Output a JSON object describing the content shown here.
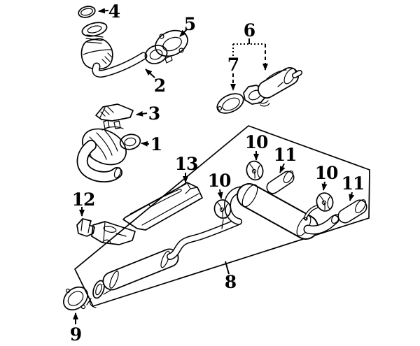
{
  "diagram": {
    "type": "parts-diagram",
    "subject": "exhaust-system-exploded-parts-diagram",
    "background_color": "#ffffff",
    "line_color": "#000000",
    "callouts": [
      {
        "id": "c4",
        "label": "4",
        "depicts": "seal-ring"
      },
      {
        "id": "c2",
        "label": "2",
        "depicts": "front-exhaust-pipe-with-converter"
      },
      {
        "id": "c5",
        "label": "5",
        "depicts": "flange-gasket"
      },
      {
        "id": "c6",
        "label": "6",
        "depicts": "catalytic-converter"
      },
      {
        "id": "c7",
        "label": "7",
        "depicts": "converter-gasket"
      },
      {
        "id": "c3",
        "label": "3",
        "depicts": "heat-shield-bracket"
      },
      {
        "id": "c1",
        "label": "1",
        "depicts": "exhaust-manifold-with-converter"
      },
      {
        "id": "c13",
        "label": "13",
        "depicts": "upper-heat-shield"
      },
      {
        "id": "c12",
        "label": "12",
        "depicts": "lower-heat-shield"
      },
      {
        "id": "c10a",
        "label": "10",
        "depicts": "exhaust-hanger-insulator"
      },
      {
        "id": "c11a",
        "label": "11",
        "depicts": "exhaust-tailpipe-tip"
      },
      {
        "id": "c10b",
        "label": "10",
        "depicts": "exhaust-hanger-insulator"
      },
      {
        "id": "c10c",
        "label": "10",
        "depicts": "exhaust-hanger-insulator"
      },
      {
        "id": "c11b",
        "label": "11",
        "depicts": "exhaust-tailpipe-tip"
      },
      {
        "id": "c8",
        "label": "8",
        "depicts": "muffler-and-pipe-assembly"
      },
      {
        "id": "c9",
        "label": "9",
        "depicts": "flange-gasket"
      }
    ]
  }
}
